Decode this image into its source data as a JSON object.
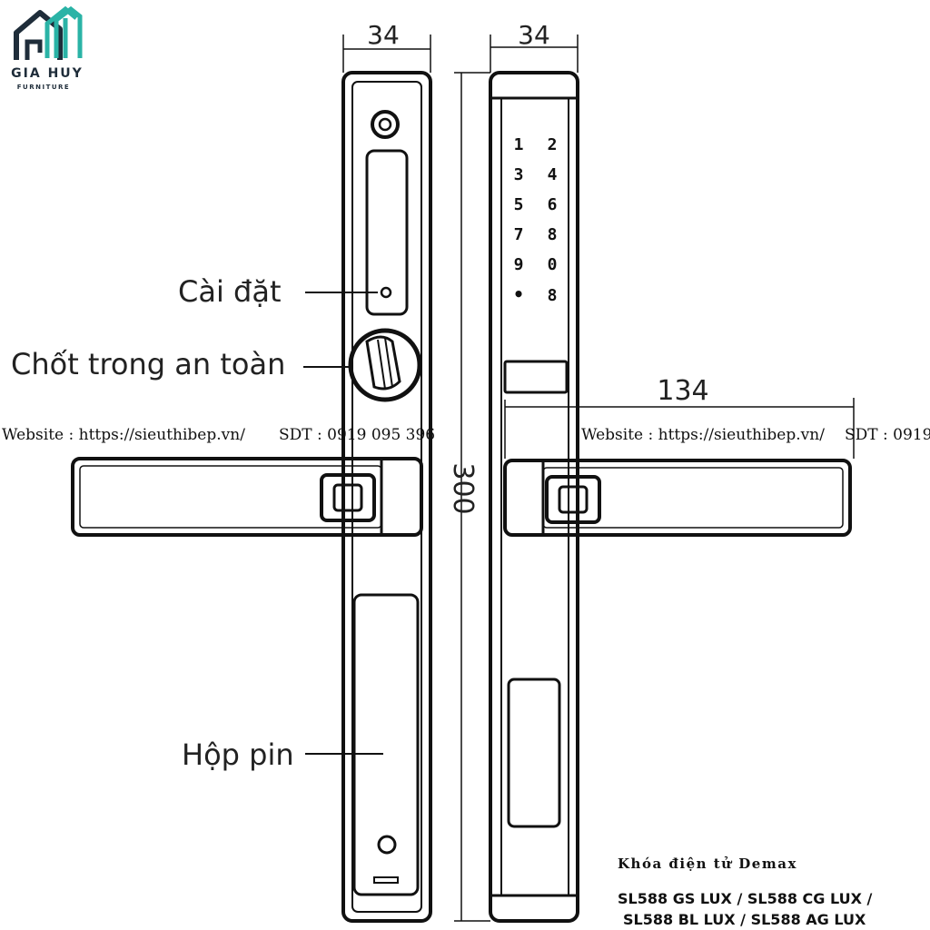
{
  "brand": {
    "name": "GIA HUY",
    "sub": "FURNITURE",
    "icon": "house-logo-icon",
    "colors": {
      "dark": "#1f2d3a",
      "teal": "#2ab3a6"
    }
  },
  "dimensions": {
    "front_width": "34",
    "side_width": "34",
    "height": "300",
    "handle_length": "134"
  },
  "labels": {
    "setup": "Cài đặt",
    "safety_latch": "Chốt trong an toàn",
    "battery_box": "Hộp pin"
  },
  "keypad": {
    "rows": [
      [
        "1",
        "2"
      ],
      [
        "3",
        "4"
      ],
      [
        "5",
        "6"
      ],
      [
        "7",
        "8"
      ],
      [
        "9",
        "0"
      ],
      [
        "•",
        "8"
      ]
    ]
  },
  "watermark": {
    "left_website": "Website : https://sieuthibep.vn/",
    "left_phone": "SDT : 0919 095 396",
    "right_website": "Website : https://sieuthibep.vn/",
    "right_phone": "SDT : 0919"
  },
  "product": {
    "title": "Khóa điện tử Demax",
    "models_line1": "SL588 GS LUX / SL588 CG LUX /",
    "models_line2": "SL588 BL LUX / SL588 AG LUX"
  }
}
